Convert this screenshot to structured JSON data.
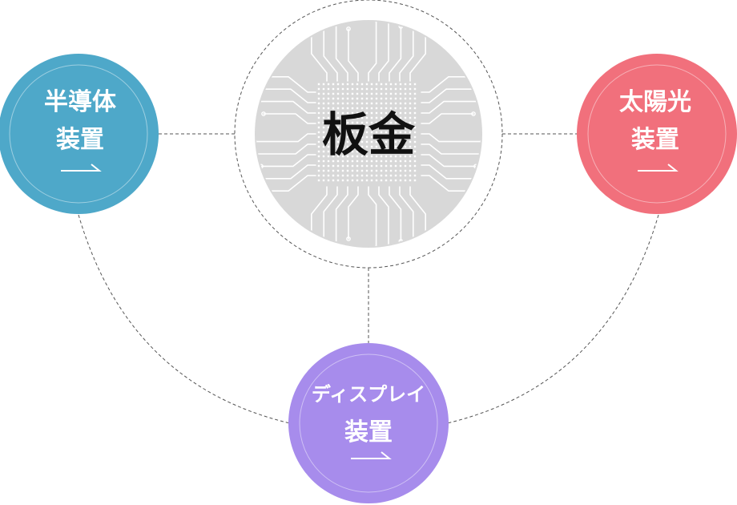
{
  "center": {
    "title": "板金"
  },
  "nodes": [
    {
      "id": "semiconductor",
      "line1": "半導体",
      "line2": "装置",
      "color": "#4ea8c9"
    },
    {
      "id": "solar",
      "line1": "太陽光",
      "line2": "装置",
      "color": "#f1707c"
    },
    {
      "id": "display",
      "line1": "ディスプレイ",
      "line2": "装置",
      "color": "#a78cec"
    }
  ],
  "colors": {
    "chip_bg": "#d8d8d8",
    "connector": "#555555"
  }
}
